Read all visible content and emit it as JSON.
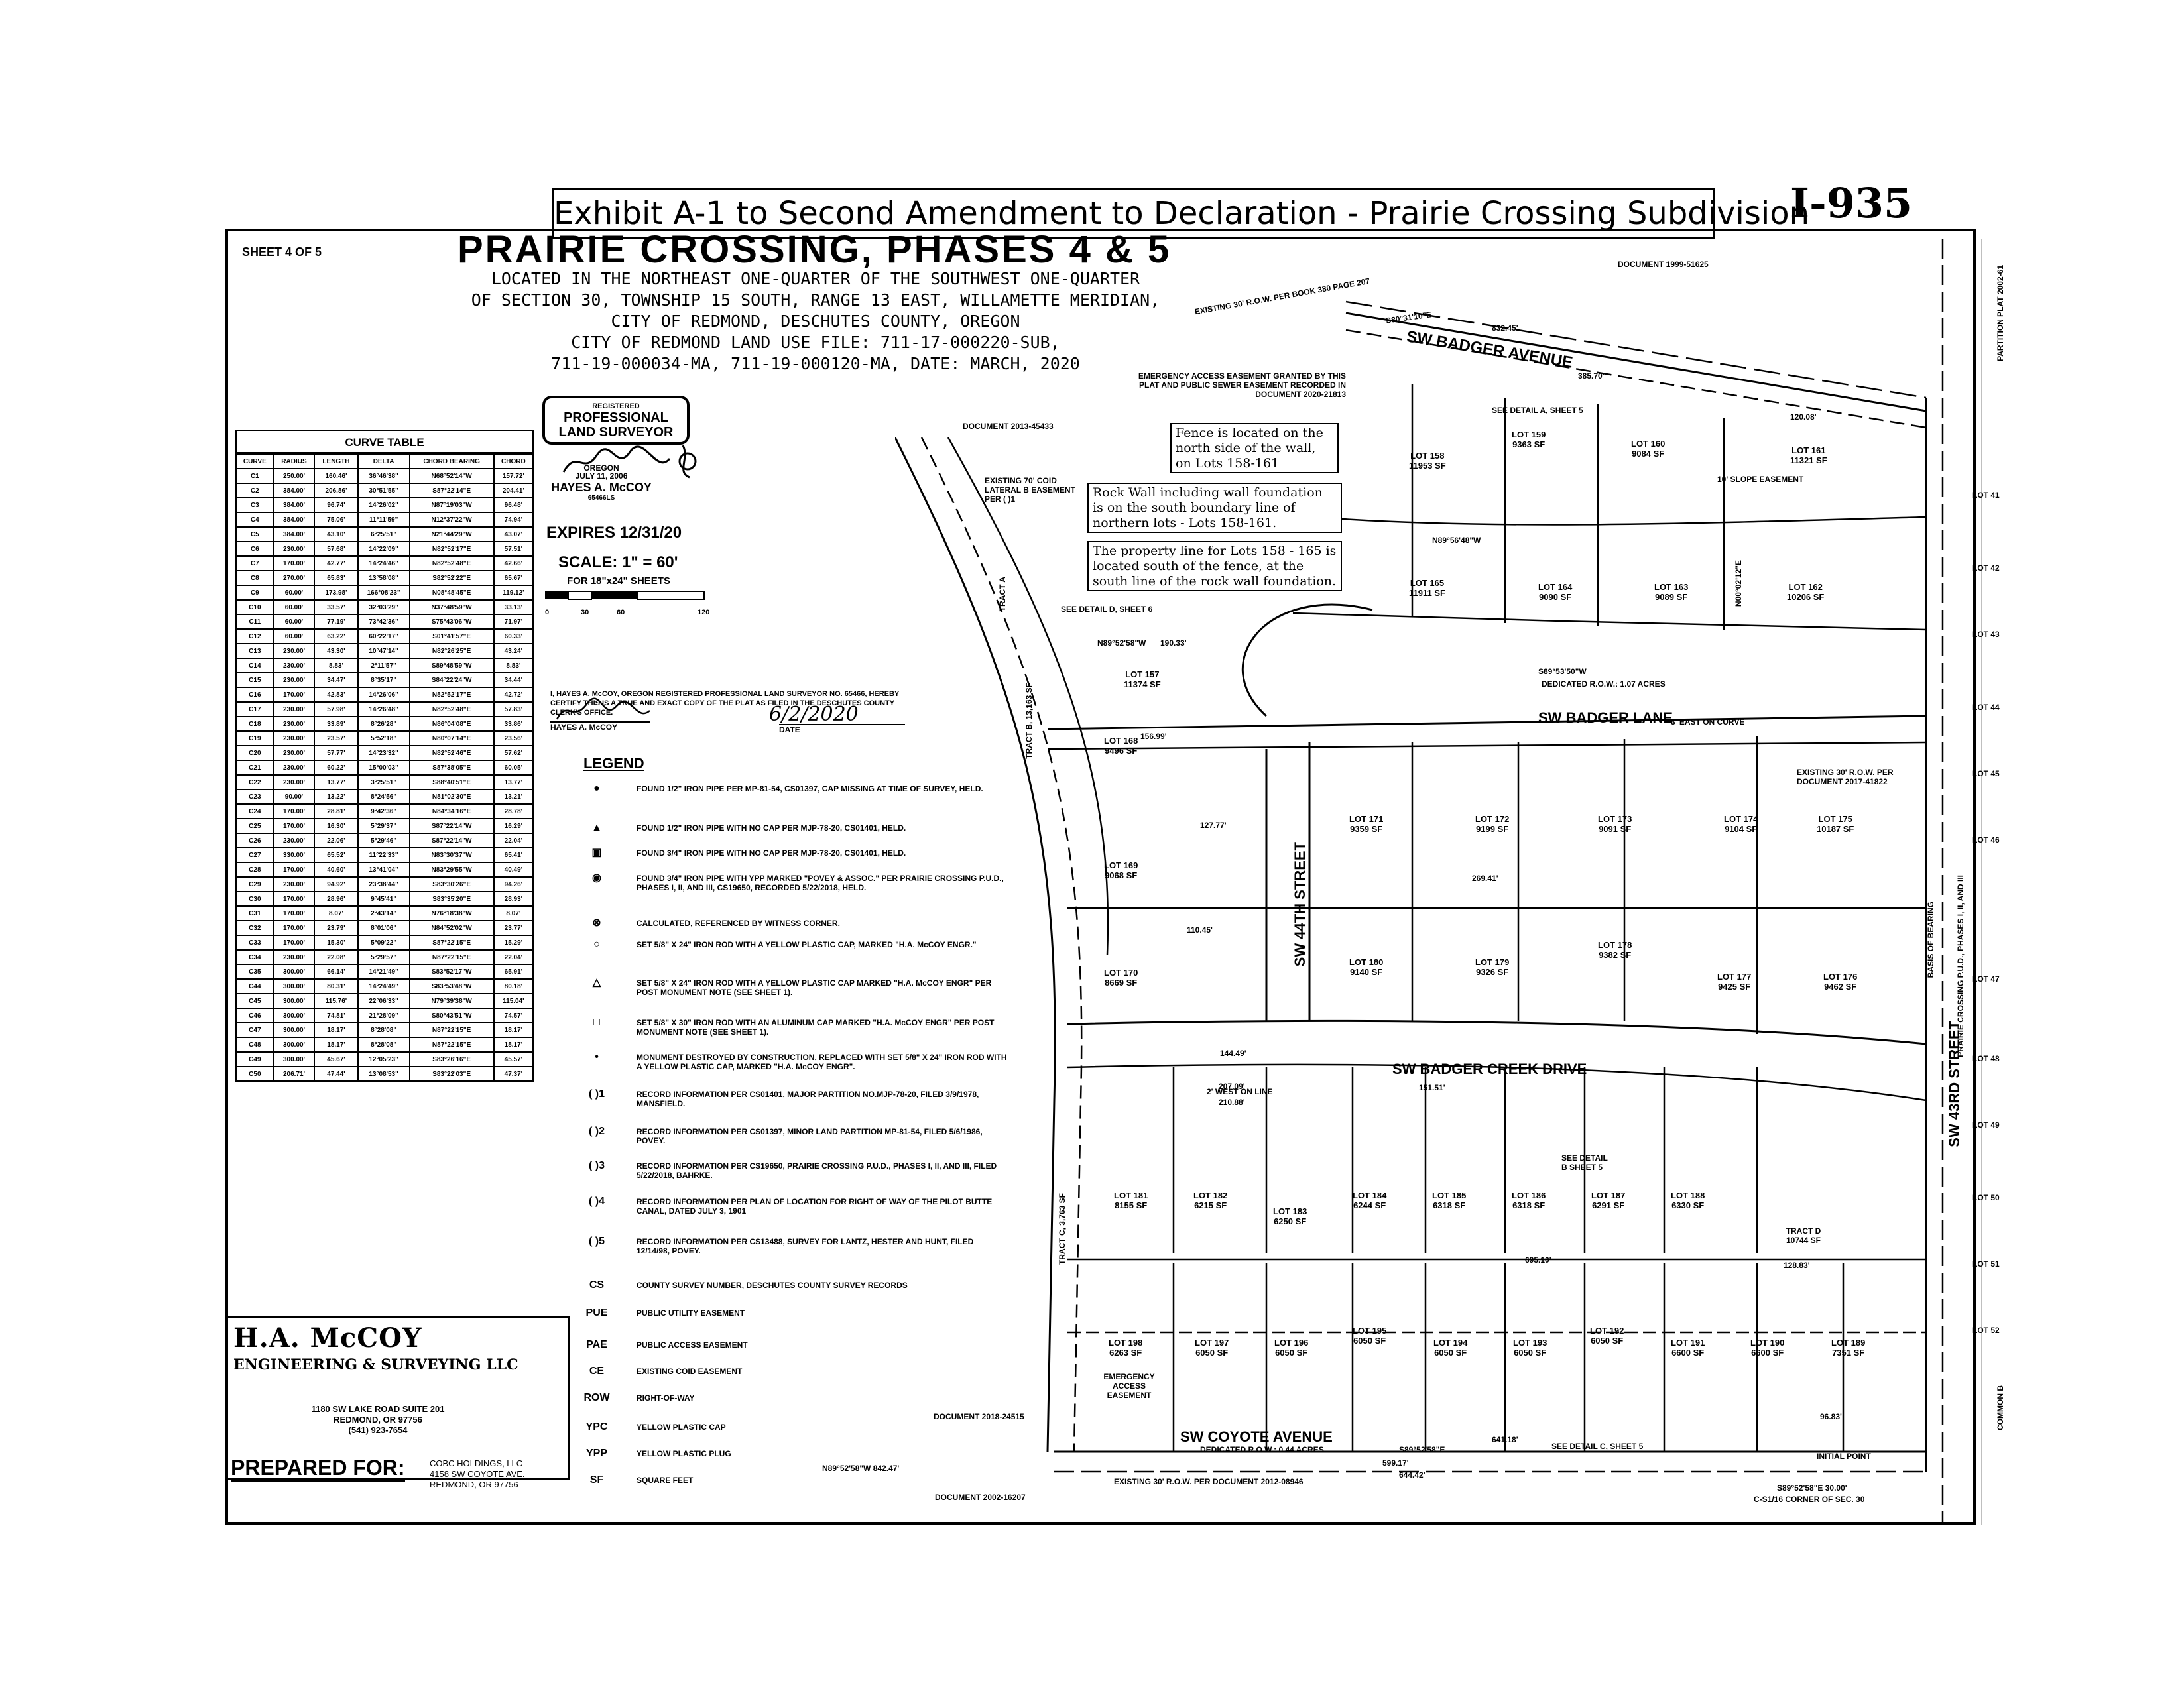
{
  "header": {
    "exhibit_title": "Exhibit A-1  to Second Amendment to Declaration - Prairie Crossing Subdivision",
    "handwritten_number": "I-935",
    "sheet": "SHEET 4 OF 5"
  },
  "plat": {
    "title": "PRAIRIE CROSSING, PHASES 4 & 5",
    "subtitle_lines": [
      "LOCATED IN THE NORTHEAST ONE-QUARTER OF THE SOUTHWEST ONE-QUARTER",
      "OF SECTION 30, TOWNSHIP 15 SOUTH, RANGE 13 EAST, WILLAMETTE MERIDIAN,",
      "CITY OF REDMOND, DESCHUTES COUNTY, OREGON",
      "CITY OF REDMOND LAND USE FILE: 711-17-000220-SUB,",
      "711-19-000034-MA, 711-19-000120-MA, DATE: MARCH, 2020"
    ]
  },
  "surveyor_stamp": {
    "registered": "REGISTERED",
    "line1": "PROFESSIONAL",
    "line2": "LAND SURVEYOR",
    "state": "OREGON",
    "date": "JULY 11, 2006",
    "name": "HAYES A. McCOY",
    "number": "65466LS",
    "expires": "EXPIRES 12/31/20"
  },
  "scale": {
    "text": "SCALE: 1\" = 60'",
    "sheet_note": "FOR 18\"x24\" SHEETS",
    "ticks": [
      "0",
      "30",
      "60",
      "120"
    ]
  },
  "certification": {
    "text": "I, HAYES A. McCOY, OREGON REGISTERED PROFESSIONAL LAND SURVEYOR NO. 65466, HEREBY CERTIFY THIS IS A TRUE AND EXACT COPY OF THE PLAT AS FILED IN THE DESCHUTES COUNTY CLERK'S OFFICE.",
    "signer": "HAYES A. McCOY",
    "date_label": "DATE",
    "date_value": "6/2/2020"
  },
  "curve_table": {
    "title": "CURVE TABLE",
    "headers": [
      "CURVE",
      "RADIUS",
      "LENGTH",
      "DELTA",
      "CHORD BEARING",
      "CHORD"
    ],
    "rows": [
      [
        "C1",
        "250.00'",
        "160.46'",
        "36°46'38\"",
        "N68°52'14\"W",
        "157.72'"
      ],
      [
        "C2",
        "384.00'",
        "206.86'",
        "30°51'55\"",
        "S87°22'14\"E",
        "204.41'"
      ],
      [
        "C3",
        "384.00'",
        "96.74'",
        "14°26'02\"",
        "N87°19'03\"W",
        "96.48'"
      ],
      [
        "C4",
        "384.00'",
        "75.06'",
        "11°11'59\"",
        "N12°37'22\"W",
        "74.94'"
      ],
      [
        "C5",
        "384.00'",
        "43.10'",
        "6°25'51\"",
        "N21°44'29\"W",
        "43.07'"
      ],
      [
        "C6",
        "230.00'",
        "57.68'",
        "14°22'09\"",
        "N82°52'17\"E",
        "57.51'"
      ],
      [
        "C7",
        "170.00'",
        "42.77'",
        "14°24'46\"",
        "N82°52'48\"E",
        "42.66'"
      ],
      [
        "C8",
        "270.00'",
        "65.83'",
        "13°58'08\"",
        "S82°52'22\"E",
        "65.67'"
      ],
      [
        "C9",
        "60.00'",
        "173.98'",
        "166°08'23\"",
        "N08°48'45\"E",
        "119.12'"
      ],
      [
        "C10",
        "60.00'",
        "33.57'",
        "32°03'29\"",
        "N37°48'59\"W",
        "33.13'"
      ],
      [
        "C11",
        "60.00'",
        "77.19'",
        "73°42'36\"",
        "S75°43'06\"W",
        "71.97'"
      ],
      [
        "C12",
        "60.00'",
        "63.22'",
        "60°22'17\"",
        "S01°41'57\"E",
        "60.33'"
      ],
      [
        "C13",
        "230.00'",
        "43.30'",
        "10°47'14\"",
        "N82°26'25\"E",
        "43.24'"
      ],
      [
        "C14",
        "230.00'",
        "8.83'",
        "2°11'57\"",
        "S89°48'59\"W",
        "8.83'"
      ],
      [
        "C15",
        "230.00'",
        "34.47'",
        "8°35'17\"",
        "S84°22'24\"W",
        "34.44'"
      ],
      [
        "C16",
        "170.00'",
        "42.83'",
        "14°26'06\"",
        "N82°52'17\"E",
        "42.72'"
      ],
      [
        "C17",
        "230.00'",
        "57.98'",
        "14°26'48\"",
        "N82°52'48\"E",
        "57.83'"
      ],
      [
        "C18",
        "230.00'",
        "33.89'",
        "8°26'28\"",
        "N86°04'08\"E",
        "33.86'"
      ],
      [
        "C19",
        "230.00'",
        "23.57'",
        "5°52'18\"",
        "N80°07'14\"E",
        "23.56'"
      ],
      [
        "C20",
        "230.00'",
        "57.77'",
        "14°23'32\"",
        "N82°52'46\"E",
        "57.62'"
      ],
      [
        "C21",
        "230.00'",
        "60.22'",
        "15°00'03\"",
        "S87°38'05\"E",
        "60.05'"
      ],
      [
        "C22",
        "230.00'",
        "13.77'",
        "3°25'51\"",
        "S88°40'51\"E",
        "13.77'"
      ],
      [
        "C23",
        "90.00'",
        "13.22'",
        "8°24'56\"",
        "N81°02'30\"E",
        "13.21'"
      ],
      [
        "C24",
        "170.00'",
        "28.81'",
        "9°42'36\"",
        "N84°34'16\"E",
        "28.78'"
      ],
      [
        "C25",
        "170.00'",
        "16.30'",
        "5°29'37\"",
        "S87°22'14\"W",
        "16.29'"
      ],
      [
        "C26",
        "230.00'",
        "22.06'",
        "5°29'46\"",
        "S87°22'14\"W",
        "22.04'"
      ],
      [
        "C27",
        "330.00'",
        "65.52'",
        "11°22'33\"",
        "N83°30'37\"W",
        "65.41'"
      ],
      [
        "C28",
        "170.00'",
        "40.60'",
        "13°41'04\"",
        "N83°29'55\"W",
        "40.49'"
      ],
      [
        "C29",
        "230.00'",
        "94.92'",
        "23°38'44\"",
        "S83°30'26\"E",
        "94.26'"
      ],
      [
        "C30",
        "170.00'",
        "28.96'",
        "9°45'41\"",
        "S83°35'20\"E",
        "28.93'"
      ],
      [
        "C31",
        "170.00'",
        "8.07'",
        "2°43'14\"",
        "N76°18'38\"W",
        "8.07'"
      ],
      [
        "C32",
        "170.00'",
        "23.79'",
        "8°01'06\"",
        "N84°52'02\"W",
        "23.77'"
      ],
      [
        "C33",
        "170.00'",
        "15.30'",
        "5°09'22\"",
        "S87°22'15\"E",
        "15.29'"
      ],
      [
        "C34",
        "230.00'",
        "22.08'",
        "5°29'57\"",
        "N87°22'15\"E",
        "22.04'"
      ],
      [
        "C35",
        "300.00'",
        "66.14'",
        "14°21'49\"",
        "S83°52'17\"W",
        "65.91'"
      ],
      [
        "C44",
        "300.00'",
        "80.31'",
        "14°24'49\"",
        "S83°53'48\"W",
        "80.18'"
      ],
      [
        "C45",
        "300.00'",
        "115.76'",
        "22°06'33\"",
        "N79°39'38\"W",
        "115.04'"
      ],
      [
        "C46",
        "300.00'",
        "74.81'",
        "21°28'09\"",
        "S80°43'51\"W",
        "74.57'"
      ],
      [
        "C47",
        "300.00'",
        "18.17'",
        "8°28'08\"",
        "N87°22'15\"E",
        "18.17'"
      ],
      [
        "C48",
        "300.00'",
        "18.17'",
        "8°28'08\"",
        "N87°22'15\"E",
        "18.17'"
      ],
      [
        "C49",
        "300.00'",
        "45.67'",
        "12°05'23\"",
        "S83°26'16\"E",
        "45.57'"
      ],
      [
        "C50",
        "206.71'",
        "47.44'",
        "13°08'53\"",
        "S83°22'03\"E",
        "47.37'"
      ]
    ]
  },
  "company": {
    "name": "H.A. McCOY",
    "subtitle": "ENGINEERING & SURVEYING LLC",
    "address1": "1180 SW LAKE ROAD SUITE 201",
    "address2": "REDMOND, OR 97756",
    "phone": "(541) 923-7654",
    "prepared_for": "PREPARED FOR:",
    "client1": "COBC HOLDINGS, LLC",
    "client2": "4158 SW COYOTE AVE.",
    "client3": "REDMOND, OR 97756"
  },
  "legend": {
    "title": "LEGEND",
    "items": [
      {
        "sym": "●",
        "text": "FOUND 1/2\" IRON PIPE PER MP-81-54, CS01397, CAP MISSING AT TIME OF SURVEY, HELD."
      },
      {
        "sym": "▲",
        "text": "FOUND 1/2\" IRON PIPE WITH NO CAP PER MJP-78-20, CS01401, HELD."
      },
      {
        "sym": "▣",
        "text": "FOUND 3/4\" IRON PIPE WITH NO CAP PER MJP-78-20, CS01401, HELD."
      },
      {
        "sym": "◉",
        "text": "FOUND 3/4\" IRON PIPE WITH YPP MARKED \"POVEY & ASSOC.\" PER PRAIRIE CROSSING P.U.D., PHASES I, II, AND III, CS19650, RECORDED 5/22/2018, HELD."
      },
      {
        "sym": "⊗",
        "text": "CALCULATED, REFERENCED BY WITNESS CORNER."
      },
      {
        "sym": "○",
        "text": "SET 5/8\" X 24\" IRON ROD WITH A YELLOW PLASTIC CAP, MARKED \"H.A. McCOY ENGR.\""
      },
      {
        "sym": "△",
        "text": "SET 5/8\" X 24\" IRON ROD WITH A YELLOW PLASTIC CAP MARKED \"H.A. McCOY ENGR\" PER POST MONUMENT NOTE (SEE SHEET 1)."
      },
      {
        "sym": "□",
        "text": "SET 5/8\" X 30\" IRON ROD WITH AN ALUMINUM CAP MARKED \"H.A. McCOY ENGR\" PER POST MONUMENT NOTE (SEE SHEET 1)."
      },
      {
        "sym": "•",
        "text": "MONUMENT DESTROYED BY CONSTRUCTION, REPLACED WITH SET 5/8\" X 24\" IRON ROD WITH A YELLOW PLASTIC CAP, MARKED \"H.A. McCOY ENGR\"."
      },
      {
        "sym": "( )1",
        "text": "RECORD INFORMATION PER CS01401, MAJOR PARTITION NO.MJP-78-20, FILED 3/9/1978, MANSFIELD."
      },
      {
        "sym": "( )2",
        "text": "RECORD INFORMATION PER CS01397, MINOR LAND PARTITION MP-81-54, FILED 5/6/1986, POVEY."
      },
      {
        "sym": "( )3",
        "text": "RECORD INFORMATION PER CS19650, PRAIRIE CROSSING P.U.D., PHASES I, II, AND III, FILED 5/22/2018, BAHRKE."
      },
      {
        "sym": "( )4",
        "text": "RECORD INFORMATION PER PLAN OF LOCATION FOR RIGHT OF WAY OF THE PILOT BUTTE CANAL, DATED JULY 3, 1901"
      },
      {
        "sym": "( )5",
        "text": "RECORD INFORMATION PER CS13488, SURVEY FOR LANTZ, HESTER AND HUNT, FILED 12/14/98, POVEY."
      },
      {
        "sym": "CS",
        "text": "COUNTY SURVEY NUMBER, DESCHUTES COUNTY SURVEY RECORDS"
      },
      {
        "sym": "PUE",
        "text": "PUBLIC UTILITY EASEMENT"
      },
      {
        "sym": "PAE",
        "text": "PUBLIC ACCESS EASEMENT"
      },
      {
        "sym": "CE",
        "text": "EXISTING COID EASEMENT"
      },
      {
        "sym": "ROW",
        "text": "RIGHT-OF-WAY"
      },
      {
        "sym": "YPC",
        "text": "YELLOW PLASTIC CAP"
      },
      {
        "sym": "YPP",
        "text": "YELLOW PLASTIC PLUG"
      },
      {
        "sym": "SF",
        "text": "SQUARE FEET"
      }
    ]
  },
  "callouts": {
    "fence": "Fence is located on the north side of the wall, on Lots 158-161",
    "rock_wall": "Rock Wall including wall foundation is on the south boundary line of northern lots - Lots 158-161.",
    "property_line": "The property line for Lots 158 - 165 is located south of the fence, at the south line of the rock wall foundation."
  },
  "map": {
    "streets": {
      "badger_ave": "SW BADGER AVENUE",
      "badger_lane": "SW BADGER LANE",
      "badger_creek": "SW BADGER CREEK DRIVE",
      "coyote": "SW COYOTE AVENUE",
      "st44": "SW 44TH STREET",
      "st43": "SW 43RD STREET"
    },
    "notes": {
      "doc1": "DOCUMENT 1999-51625",
      "doc2": "DOCUMENT 2013-45433",
      "doc3": "DOCUMENT 2018-24515",
      "doc4": "DOCUMENT 2002-16207",
      "existing_row": "EXISTING 30' R.O.W. PER BOOK 380 PAGE 207",
      "emergency": "EMERGENCY ACCESS EASEMENT GRANTED BY THIS PLAT AND PUBLIC SEWER EASEMENT RECORDED IN DOCUMENT 2020-21813",
      "coid": "EXISTING 70' COID LATERAL B EASEMENT PER ( )1",
      "detail_d": "SEE DETAIL D, SHEET 6",
      "detail_a": "SEE DETAIL A, SHEET 5",
      "detail_b": "SEE DETAIL B SHEET 5",
      "detail_c": "SEE DETAIL C, SHEET 5",
      "dedicated1": "DEDICATED R.O.W.: 1.07 ACRES",
      "dedicated2": "DEDICATED R.O.W.: 0.44 ACRES",
      "existing_row2": "EXISTING 30' R.O.W. PER DOCUMENT 2017-41822",
      "existing_row3": "EXISTING 30' R.O.W. PER DOCUMENT 2012-08946",
      "partition": "PARTITION PLAT 2002-61",
      "prairie_pud": "PRAIRIE CROSSING P.U.D., PHASES I, II, AND III",
      "initial_point": "INITIAL POINT",
      "corner": "C-S1/16 CORNER OF SEC. 30",
      "slope": "10' SLOPE EASEMENT",
      "emergency2": "EMERGENCY ACCESS EASEMENT",
      "west_online": "2' WEST ON LINE",
      "east_curve": "3' EAST ON CURVE",
      "basis": "BASIS OF BEARING",
      "tract_a": "TRACT A",
      "tract_b": "TRACT B, 13,163 SF",
      "tract_c": "TRACT C, 3,763 SF",
      "tract_d": "TRACT D 10744 SF",
      "common_b": "COMMON B"
    },
    "lots": [
      {
        "id": "158",
        "area": "11953 SF"
      },
      {
        "id": "159",
        "area": "9363 SF"
      },
      {
        "id": "160",
        "area": "9084 SF"
      },
      {
        "id": "161",
        "area": "11321 SF"
      },
      {
        "id": "165",
        "area": "11911 SF"
      },
      {
        "id": "164",
        "area": "9090 SF"
      },
      {
        "id": "163",
        "area": "9089 SF"
      },
      {
        "id": "162",
        "area": "10206 SF"
      },
      {
        "id": "157",
        "area": "11374 SF"
      },
      {
        "id": "168",
        "area": "9496 SF"
      },
      {
        "id": "171",
        "area": "9359 SF"
      },
      {
        "id": "172",
        "area": "9199 SF"
      },
      {
        "id": "173",
        "area": "9091 SF"
      },
      {
        "id": "174",
        "area": "9104 SF"
      },
      {
        "id": "175",
        "area": "10187 SF"
      },
      {
        "id": "169",
        "area": "9068 SF"
      },
      {
        "id": "170",
        "area": "8669 SF"
      },
      {
        "id": "180",
        "area": "9140 SF"
      },
      {
        "id": "179",
        "area": "9326 SF"
      },
      {
        "id": "178",
        "area": "9382 SF"
      },
      {
        "id": "177",
        "area": "9425 SF"
      },
      {
        "id": "176",
        "area": "9462 SF"
      },
      {
        "id": "181",
        "area": "8155 SF"
      },
      {
        "id": "182",
        "area": "6215 SF"
      },
      {
        "id": "183",
        "area": "6250 SF"
      },
      {
        "id": "184",
        "area": "6244 SF"
      },
      {
        "id": "185",
        "area": "6318 SF"
      },
      {
        "id": "186",
        "area": "6318 SF"
      },
      {
        "id": "187",
        "area": "6291 SF"
      },
      {
        "id": "188",
        "area": "6330 SF"
      },
      {
        "id": "198",
        "area": "6263 SF"
      },
      {
        "id": "197",
        "area": "6050 SF"
      },
      {
        "id": "196",
        "area": "6050 SF"
      },
      {
        "id": "195",
        "area": "6050 SF"
      },
      {
        "id": "194",
        "area": "6050 SF"
      },
      {
        "id": "193",
        "area": "6050 SF"
      },
      {
        "id": "192",
        "area": "6050 SF"
      },
      {
        "id": "191",
        "area": "6600 SF"
      },
      {
        "id": "190",
        "area": "6600 SF"
      },
      {
        "id": "189",
        "area": "7351 SF"
      }
    ],
    "side_lots": [
      "LOT 41",
      "LOT 42",
      "LOT 43",
      "LOT 44",
      "LOT 45",
      "LOT 46",
      "LOT 47",
      "LOT 48",
      "LOT 49",
      "LOT 50",
      "LOT 51",
      "LOT 52"
    ],
    "bearings": [
      "S80°31'10\"E",
      "N89°56'48\"W",
      "N89°52'58\"W",
      "S89°52'58\"E",
      "N00°02'12\"E",
      "S89°53'50\"W",
      "N89°52'58\"W 842.47'",
      "S89°52'58\"E 30.00'"
    ],
    "distances": [
      "832.45'",
      "385.70'",
      "120.08'",
      "190.33'",
      "156.99'",
      "127.77'",
      "110.45'",
      "144.49'",
      "207.09'",
      "210.88'",
      "151.51'",
      "599.17'",
      "644.42'",
      "641.18'",
      "695.10'",
      "269.41'",
      "128.83'",
      "96.83'"
    ]
  }
}
